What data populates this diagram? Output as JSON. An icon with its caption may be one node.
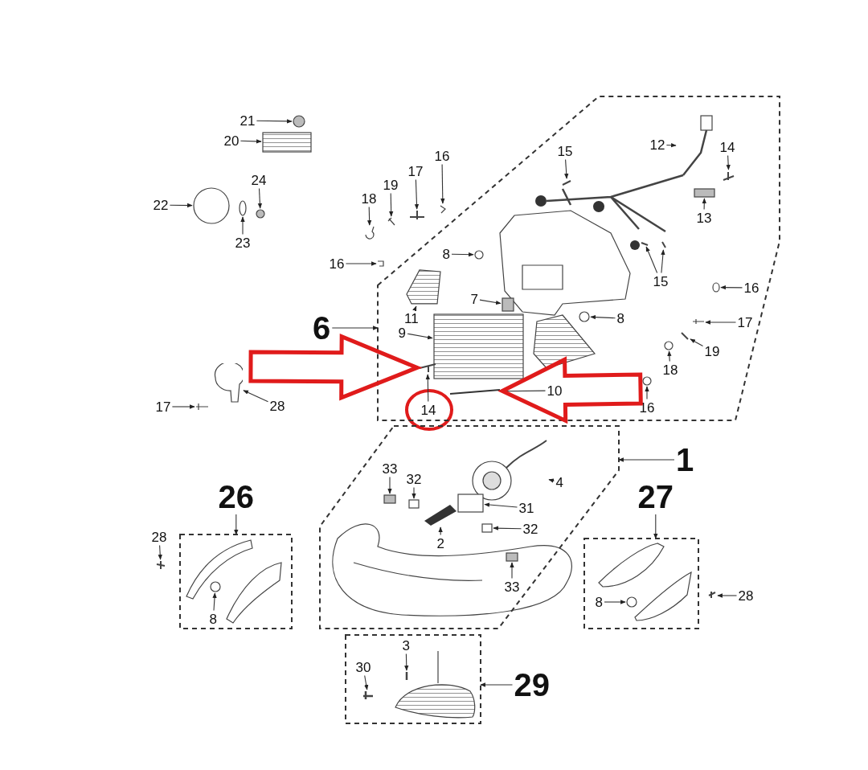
{
  "diagram": {
    "nodes": [
      {
        "text": [
          "21"
        ]
      },
      {
        "text": [
          "20"
        ]
      },
      {
        "text": [
          "22"
        ]
      },
      {
        "text": [
          "24"
        ]
      },
      {
        "text": [
          "23"
        ]
      },
      {
        "text": [
          "18"
        ]
      },
      {
        "text": [
          "19"
        ]
      },
      {
        "text": [
          "17"
        ]
      },
      {
        "text": [
          "16"
        ]
      },
      {
        "text": [
          "16"
        ]
      },
      {
        "text": [
          "28"
        ]
      },
      {
        "text": [
          "17"
        ]
      },
      {
        "text": [
          "6"
        ]
      },
      {
        "text": [],
        "shape": "box"
      },
      {
        "text": [
          "15"
        ],
        "in": 13
      },
      {
        "text": [
          "12"
        ],
        "in": 13
      },
      {
        "text": [
          "14"
        ],
        "in": 13
      },
      {
        "text": [
          "13"
        ],
        "in": 13
      },
      {
        "text": [
          "8"
        ],
        "in": 13
      },
      {
        "text": [
          "11"
        ],
        "in": 13
      },
      {
        "text": [
          "7"
        ],
        "in": 13
      },
      {
        "text": [
          "15"
        ],
        "in": 13
      },
      {
        "text": [
          "8"
        ],
        "in": 13
      },
      {
        "text": [
          "16"
        ],
        "in": 13
      },
      {
        "text": [
          "9"
        ],
        "in": 13
      },
      {
        "text": [
          "17"
        ],
        "in": 13
      },
      {
        "text": [
          "19"
        ],
        "in": 13
      },
      {
        "text": [
          "18"
        ],
        "in": 13
      },
      {
        "text": [
          "16"
        ],
        "in": 13
      },
      {
        "text": [
          "10"
        ],
        "in": 13
      },
      {
        "text": [
          "14"
        ],
        "in": 13
      },
      {
        "text": [
          "1"
        ]
      },
      {
        "text": [],
        "shape": "box"
      },
      {
        "text": [
          "33"
        ],
        "in": 32
      },
      {
        "text": [
          "32"
        ],
        "in": 32
      },
      {
        "text": [
          "4"
        ],
        "in": 32
      },
      {
        "text": [
          "31"
        ],
        "in": 32
      },
      {
        "text": [
          "32"
        ],
        "in": 32
      },
      {
        "text": [
          "2"
        ],
        "in": 32
      },
      {
        "text": [
          "33"
        ],
        "in": 32
      },
      {
        "text": [
          "26"
        ]
      },
      {
        "text": [
          "27"
        ]
      },
      {
        "text": [
          "28"
        ]
      },
      {
        "text": [],
        "shape": "box"
      },
      {
        "text": [
          "8"
        ],
        "in": 43
      },
      {
        "text": [],
        "shape": "box"
      },
      {
        "text": [
          "8"
        ],
        "in": 45
      },
      {
        "text": [
          "28"
        ]
      },
      {
        "text": [],
        "shape": "box"
      },
      {
        "text": [
          "3"
        ],
        "in": 48
      },
      {
        "text": [
          "30"
        ],
        "in": 48
      },
      {
        "text": [
          "29"
        ]
      },
      {
        "text": [],
        "shape": "circle"
      },
      {
        "text": [],
        "shape": "box"
      },
      {
        "text": [],
        "shape": "circle"
      },
      {
        "text": [],
        "shape": "circle"
      },
      {
        "text": [],
        "shape": "circle"
      },
      {
        "text": [],
        "shape": "picture"
      },
      {
        "text": [],
        "shape": "picture"
      },
      {
        "text": [],
        "shape": "picture"
      },
      {
        "text": [],
        "shape": "picture"
      },
      {
        "text": [],
        "shape": "picture"
      },
      {
        "text": [],
        "shape": "picture"
      },
      {
        "text": [],
        "shape": "picture"
      },
      {
        "text": [],
        "shape": "picture",
        "in": 13
      },
      {
        "text": [],
        "shape": "picture",
        "in": 13
      },
      {
        "text": [],
        "shape": "picture",
        "in": 13
      },
      {
        "text": [],
        "shape": "box",
        "in": 13
      },
      {
        "text": [],
        "shape": "circle",
        "in": 13
      },
      {
        "text": [],
        "shape": "picture",
        "in": 13
      },
      {
        "text": [],
        "shape": "box",
        "in": 13
      },
      {
        "text": [],
        "shape": "picture",
        "in": 13
      },
      {
        "text": [],
        "shape": "picture",
        "in": 13
      },
      {
        "text": [],
        "shape": "circle",
        "in": 13
      },
      {
        "text": [],
        "shape": "circle",
        "in": 13
      },
      {
        "text": [],
        "shape": "box",
        "in": 13
      },
      {
        "text": [],
        "shape": "picture",
        "in": 13
      },
      {
        "text": [],
        "shape": "picture",
        "in": 13
      },
      {
        "text": [],
        "shape": "circle",
        "in": 13
      },
      {
        "text": [],
        "shape": "circle",
        "in": 13
      },
      {
        "text": [],
        "shape": "picture",
        "in": 13
      },
      {
        "text": [],
        "shape": "picture",
        "in": 13
      },
      {
        "text": [],
        "shape": "box",
        "in": 32
      },
      {
        "text": [],
        "shape": "box",
        "in": 32
      },
      {
        "text": [],
        "shape": "picture",
        "in": 32
      },
      {
        "text": [],
        "shape": "box",
        "in": 32
      },
      {
        "text": [],
        "shape": "box",
        "in": 32
      },
      {
        "text": [],
        "shape": "picture",
        "in": 32
      },
      {
        "text": [],
        "shape": "box",
        "in": 32
      },
      {
        "text": [],
        "shape": "picture"
      },
      {
        "text": [],
        "shape": "circle",
        "in": 43
      },
      {
        "text": [],
        "shape": "circle",
        "in": 45
      },
      {
        "text": [],
        "shape": "picture"
      },
      {
        "text": [],
        "shape": "picture",
        "in": 48
      },
      {
        "text": [],
        "shape": "picture",
        "in": 48
      }
    ],
    "edges": [
      {
        "from": 0,
        "to": 52,
        "arrow": "to"
      },
      {
        "from": 1,
        "to": 53,
        "arrow": "to"
      },
      {
        "from": 2,
        "to": 54,
        "arrow": "to"
      },
      {
        "from": 3,
        "to": 55,
        "arrow": "to"
      },
      {
        "from": 4,
        "to": 56,
        "arrow": "to"
      },
      {
        "from": 5,
        "to": 57,
        "arrow": "to"
      },
      {
        "from": 6,
        "to": 58,
        "arrow": "to"
      },
      {
        "from": 7,
        "to": 59,
        "arrow": "to"
      },
      {
        "from": 8,
        "to": 60,
        "arrow": "to"
      },
      {
        "from": 9,
        "to": 61,
        "arrow": "to"
      },
      {
        "from": 10,
        "to": 62,
        "arrow": "to"
      },
      {
        "from": 11,
        "to": 63,
        "arrow": "to"
      },
      {
        "from": 12,
        "to": 13,
        "arrow": "to"
      },
      {
        "from": 14,
        "to": 64,
        "arrow": "to"
      },
      {
        "from": 15,
        "to": 65,
        "arrow": "to"
      },
      {
        "from": 16,
        "to": 66,
        "arrow": "to"
      },
      {
        "from": 17,
        "to": 67,
        "arrow": "to"
      },
      {
        "from": 18,
        "to": 68,
        "arrow": "to"
      },
      {
        "from": 19,
        "to": 69,
        "arrow": "to"
      },
      {
        "from": 20,
        "to": 70,
        "arrow": "to"
      },
      {
        "from": 21,
        "to": 71,
        "arrow": "to"
      },
      {
        "from": 21,
        "to": 72,
        "arrow": "to"
      },
      {
        "from": 22,
        "to": 73,
        "arrow": "to"
      },
      {
        "from": 23,
        "to": 74,
        "arrow": "to"
      },
      {
        "from": 24,
        "to": 75,
        "arrow": "to"
      },
      {
        "from": 25,
        "to": 76,
        "arrow": "to"
      },
      {
        "from": 26,
        "to": 77,
        "arrow": "to"
      },
      {
        "from": 27,
        "to": 78,
        "arrow": "to"
      },
      {
        "from": 28,
        "to": 79,
        "arrow": "to"
      },
      {
        "from": 29,
        "to": 80,
        "arrow": "to"
      },
      {
        "from": 30,
        "to": 81,
        "arrow": "to"
      },
      {
        "from": 31,
        "to": 32,
        "arrow": "to"
      },
      {
        "from": 33,
        "to": 82,
        "arrow": "to"
      },
      {
        "from": 34,
        "to": 83,
        "arrow": "to"
      },
      {
        "from": 35,
        "to": 84,
        "arrow": "to"
      },
      {
        "from": 36,
        "to": 85,
        "arrow": "to"
      },
      {
        "from": 37,
        "to": 86,
        "arrow": "to"
      },
      {
        "from": 38,
        "to": 87,
        "arrow": "to"
      },
      {
        "from": 39,
        "to": 88,
        "arrow": "to"
      },
      {
        "from": 40,
        "to": 43,
        "arrow": "to"
      },
      {
        "from": 41,
        "to": 45,
        "arrow": "to"
      },
      {
        "from": 42,
        "to": 89,
        "arrow": "to"
      },
      {
        "from": 44,
        "to": 90,
        "arrow": "to"
      },
      {
        "from": 46,
        "to": 91,
        "arrow": "to"
      },
      {
        "from": 47,
        "to": 92,
        "arrow": "to"
      },
      {
        "from": 49,
        "to": 93,
        "arrow": "to"
      },
      {
        "from": 50,
        "to": 94,
        "arrow": "to"
      },
      {
        "from": 51,
        "to": 48,
        "arrow": "to"
      },
      {
        "from": null,
        "to": 81,
        "arrow": "to",
        "style": "thick",
        "color": "#e01b1b"
      },
      {
        "from": null,
        "to": 80,
        "arrow": "to",
        "style": "thick",
        "color": "#e01b1b"
      }
    ]
  }
}
